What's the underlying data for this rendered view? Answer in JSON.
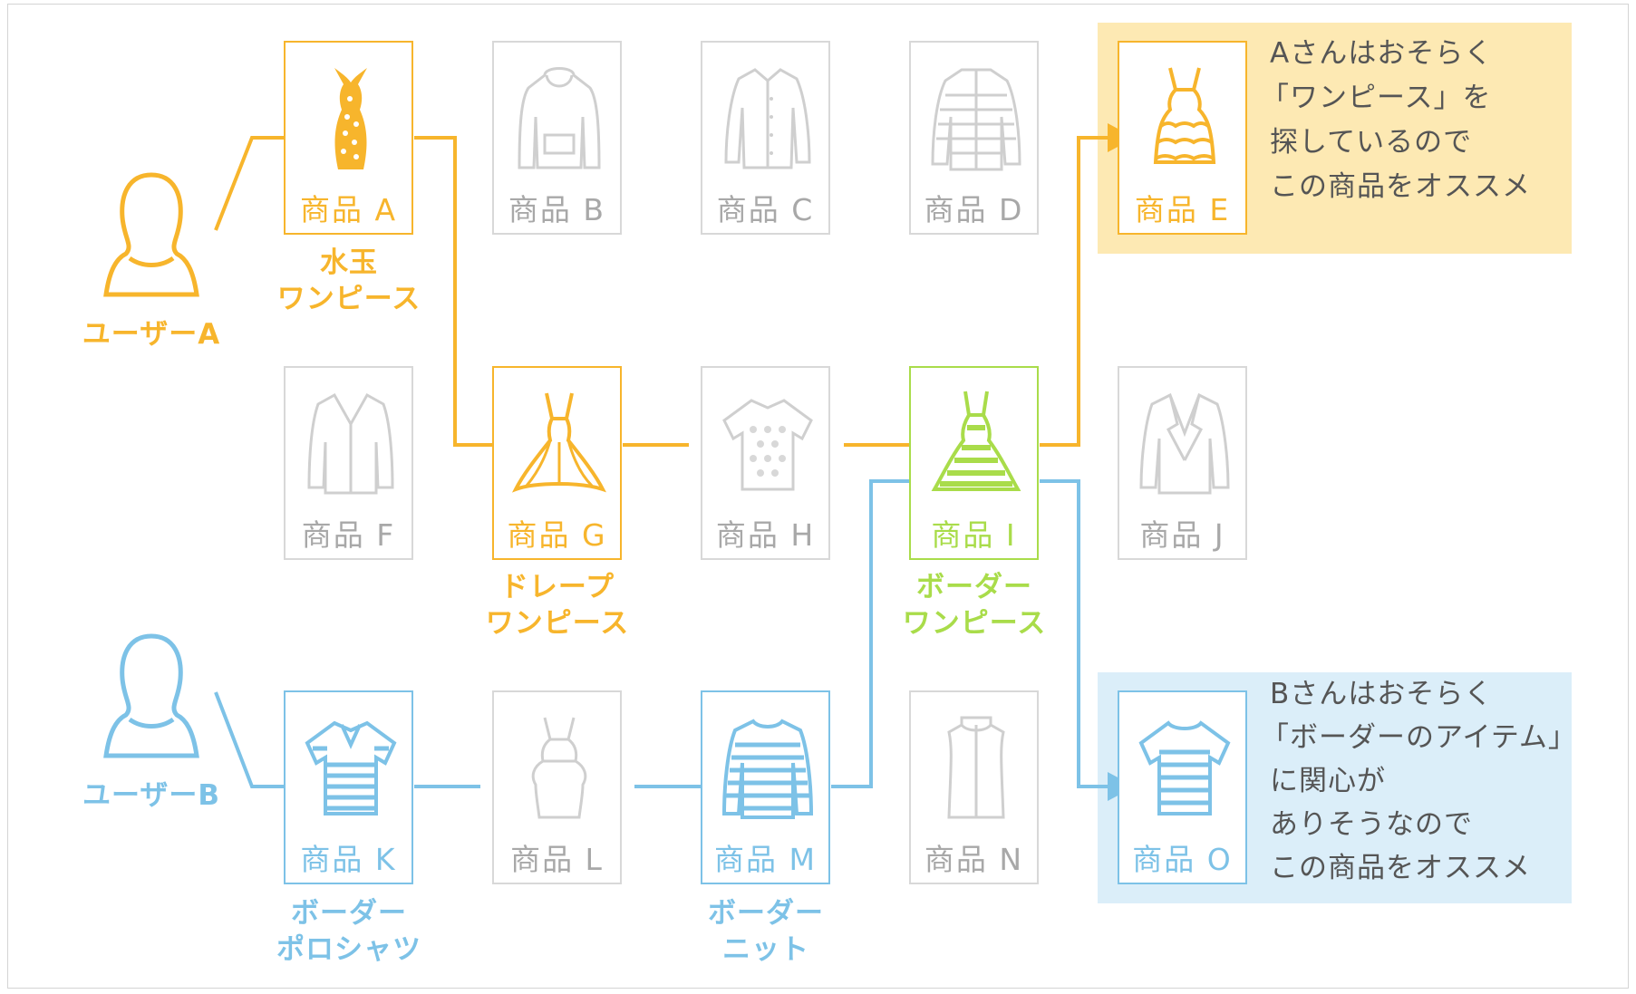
{
  "colors": {
    "orange": "#f7b52c",
    "blue": "#7dc2e7",
    "green": "#a9dc4a",
    "gray": "#d8d8d8",
    "callout_a_bg": "#fde9b3",
    "callout_b_bg": "#dbeef9"
  },
  "users": {
    "a": {
      "name": "ユーザーA"
    },
    "b": {
      "name": "ユーザーB"
    }
  },
  "products": {
    "a": {
      "label": "商品 A",
      "icon": "polka-dot-dress-icon",
      "caption": [
        "水玉",
        "ワンピース"
      ]
    },
    "b": {
      "label": "商品 B",
      "icon": "hoodie-icon"
    },
    "c": {
      "label": "商品 C",
      "icon": "shirt-icon"
    },
    "d": {
      "label": "商品 D",
      "icon": "down-jacket-icon"
    },
    "e": {
      "label": "商品 E",
      "icon": "ruffle-dress-icon"
    },
    "f": {
      "label": "商品 F",
      "icon": "cardigan-icon"
    },
    "g": {
      "label": "商品 G",
      "icon": "drape-dress-icon",
      "caption": [
        "ドレープ",
        "ワンピース"
      ]
    },
    "h": {
      "label": "商品 H",
      "icon": "polka-dot-tshirt-icon"
    },
    "i": {
      "label": "商品 I",
      "icon": "border-dress-icon",
      "caption": [
        "ボーダー",
        "ワンピース"
      ]
    },
    "j": {
      "label": "商品 J",
      "icon": "blazer-icon"
    },
    "k": {
      "label": "商品 K",
      "icon": "border-polo-icon",
      "caption": [
        "ボーダー",
        "ポロシャツ"
      ]
    },
    "l": {
      "label": "商品 L",
      "icon": "peplum-dress-icon"
    },
    "m": {
      "label": "商品 M",
      "icon": "border-knit-icon",
      "caption": [
        "ボーダー",
        "ニット"
      ]
    },
    "n": {
      "label": "商品 N",
      "icon": "vest-icon"
    },
    "o": {
      "label": "商品 O",
      "icon": "border-tshirt-icon"
    }
  },
  "callouts": {
    "a": {
      "lines": [
        "Aさんはおそらく",
        "「ワンピース」を",
        "探しているので",
        "この商品をオススメ"
      ]
    },
    "b": {
      "lines": [
        "Bさんはおそらく",
        "「ボーダーのアイテム」",
        "に関心が",
        "ありそうなので",
        "この商品をオススメ"
      ]
    }
  }
}
